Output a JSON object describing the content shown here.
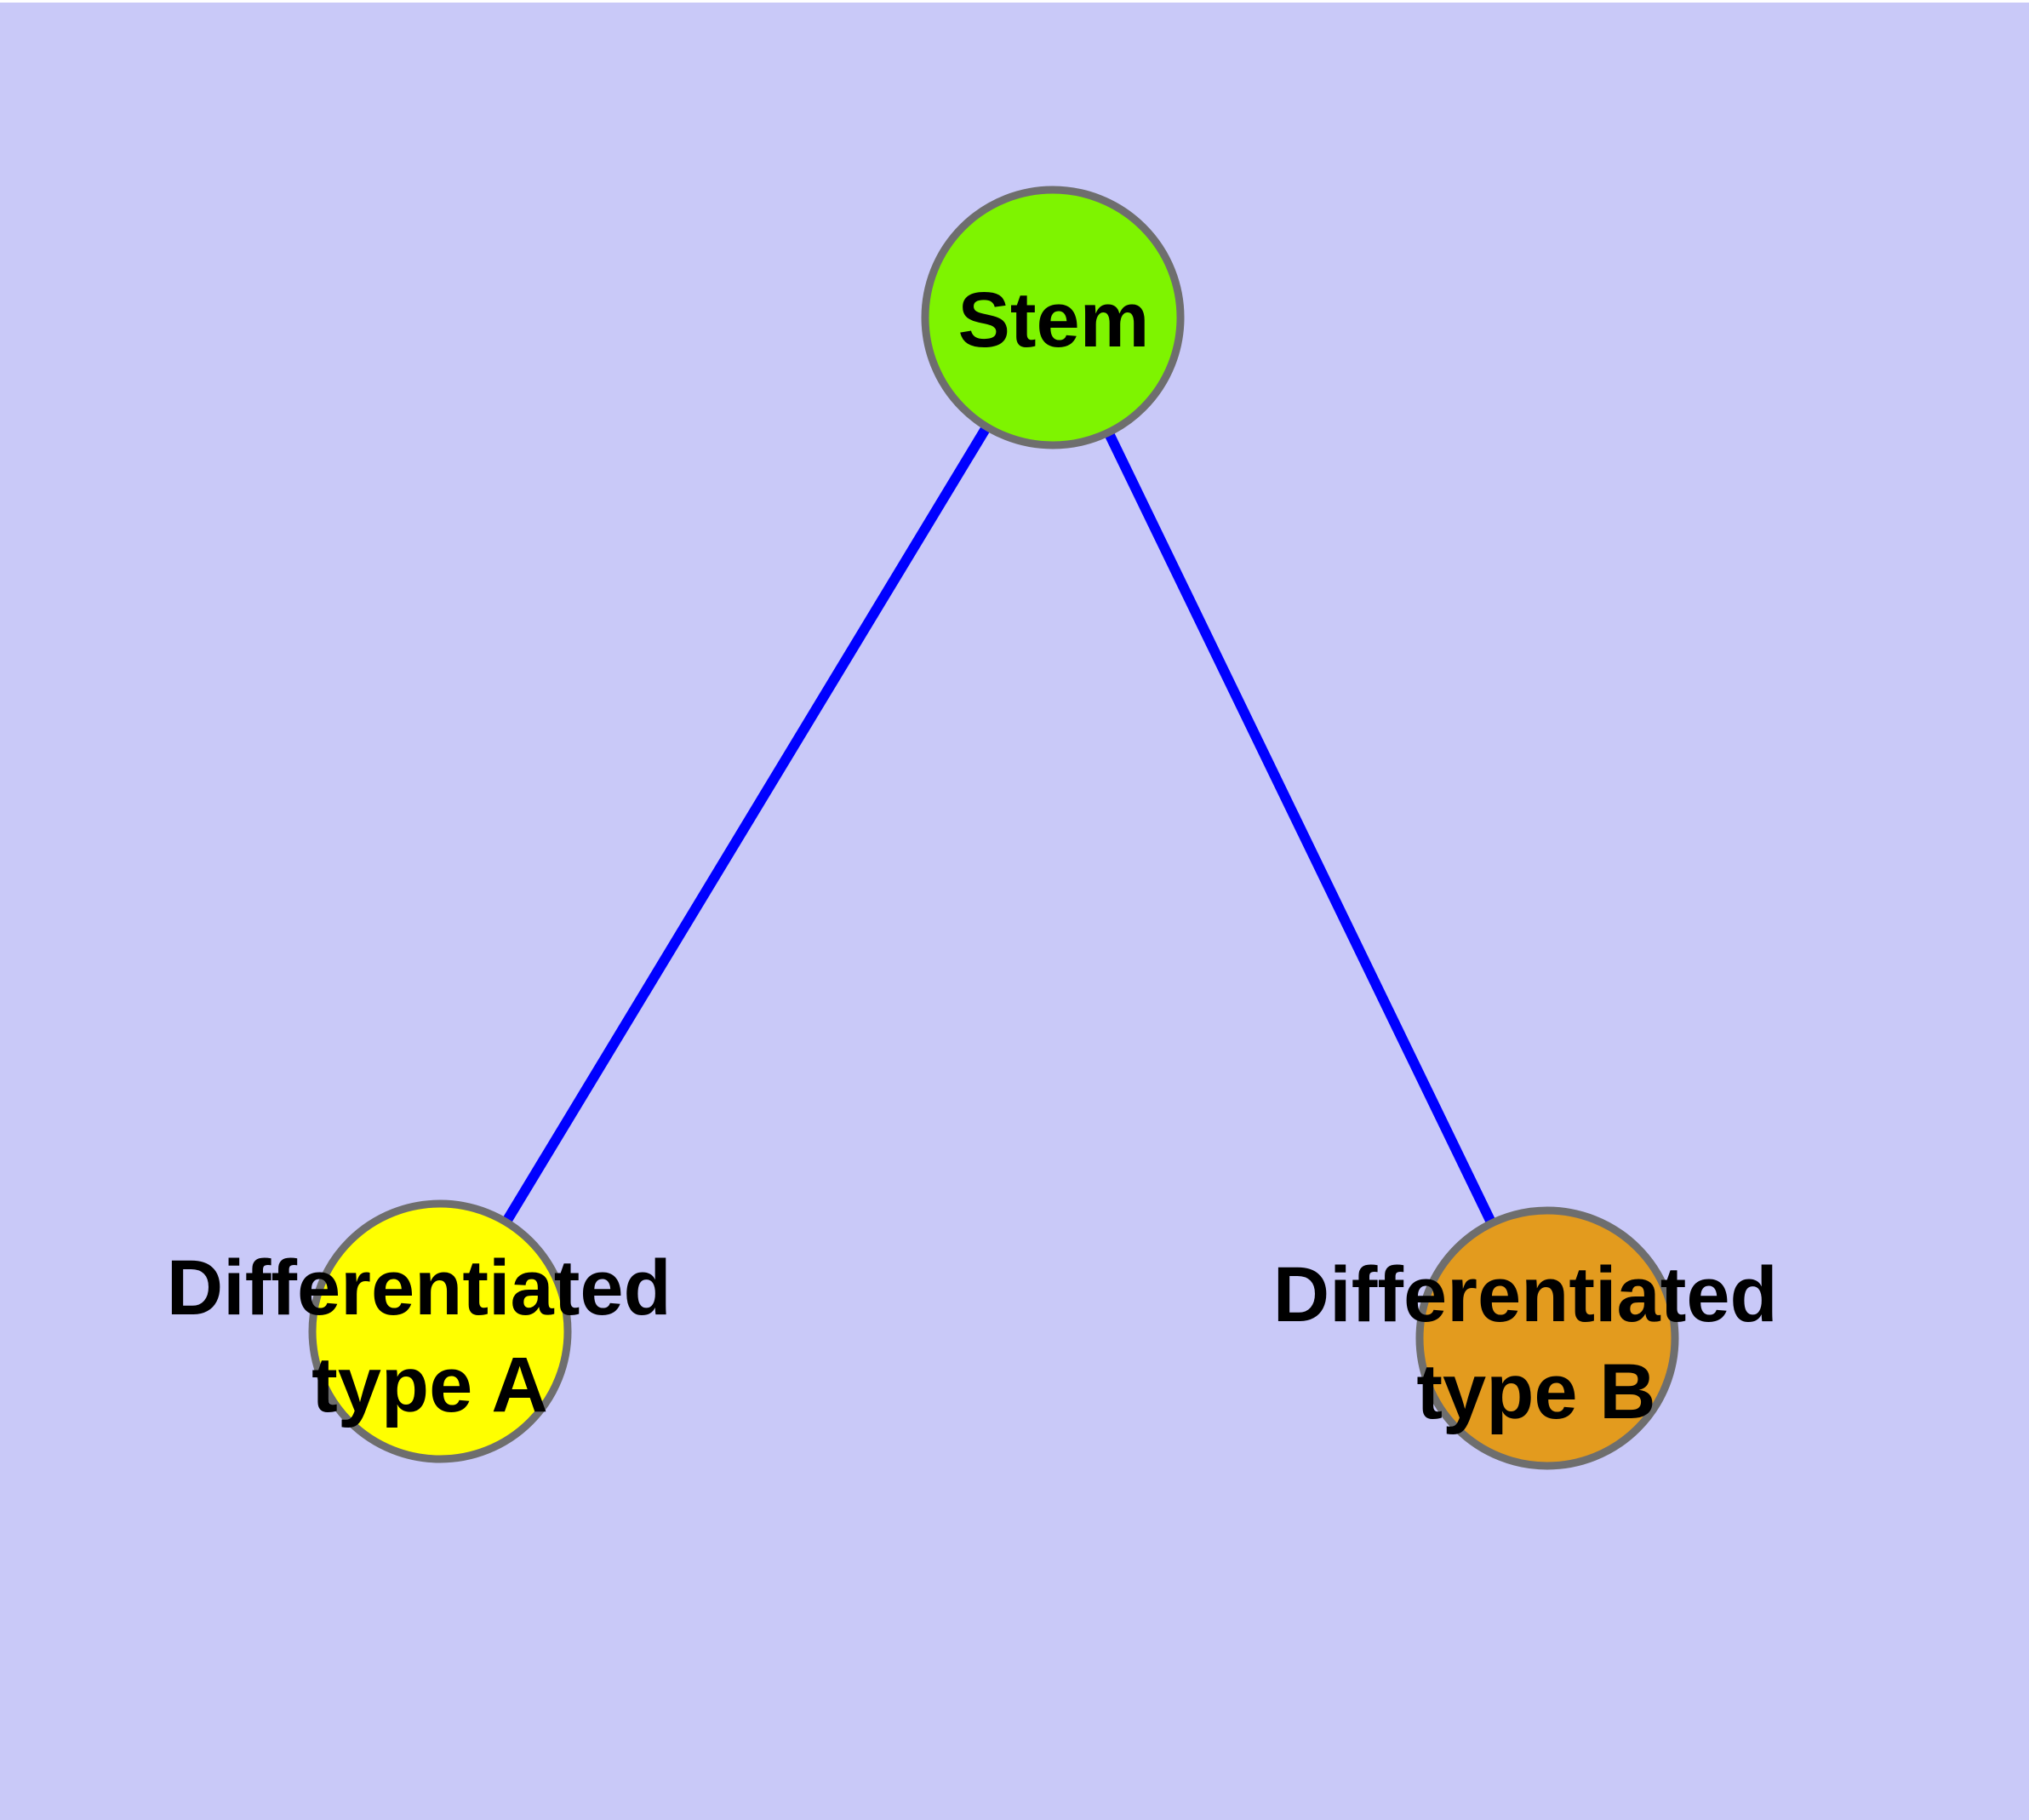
{
  "diagram": {
    "type": "graph",
    "background_color": "#c9c9f8",
    "edge_color": "#0000ff",
    "node_border_color": "#6e6e6e",
    "label_color": "#000000",
    "nodes": {
      "stem": {
        "label": "Stem",
        "fill": "#7ef400"
      },
      "type_a": {
        "label_line1": "Differentiated",
        "label_line2": "type A",
        "fill": "#ffff00"
      },
      "type_b": {
        "label_line1": "Differentiated",
        "label_line2": "type B",
        "fill": "#e39b1e"
      }
    },
    "edges": [
      {
        "from": "Stem",
        "to": "Differentiated type A"
      },
      {
        "from": "Stem",
        "to": "Differentiated type B"
      }
    ]
  }
}
